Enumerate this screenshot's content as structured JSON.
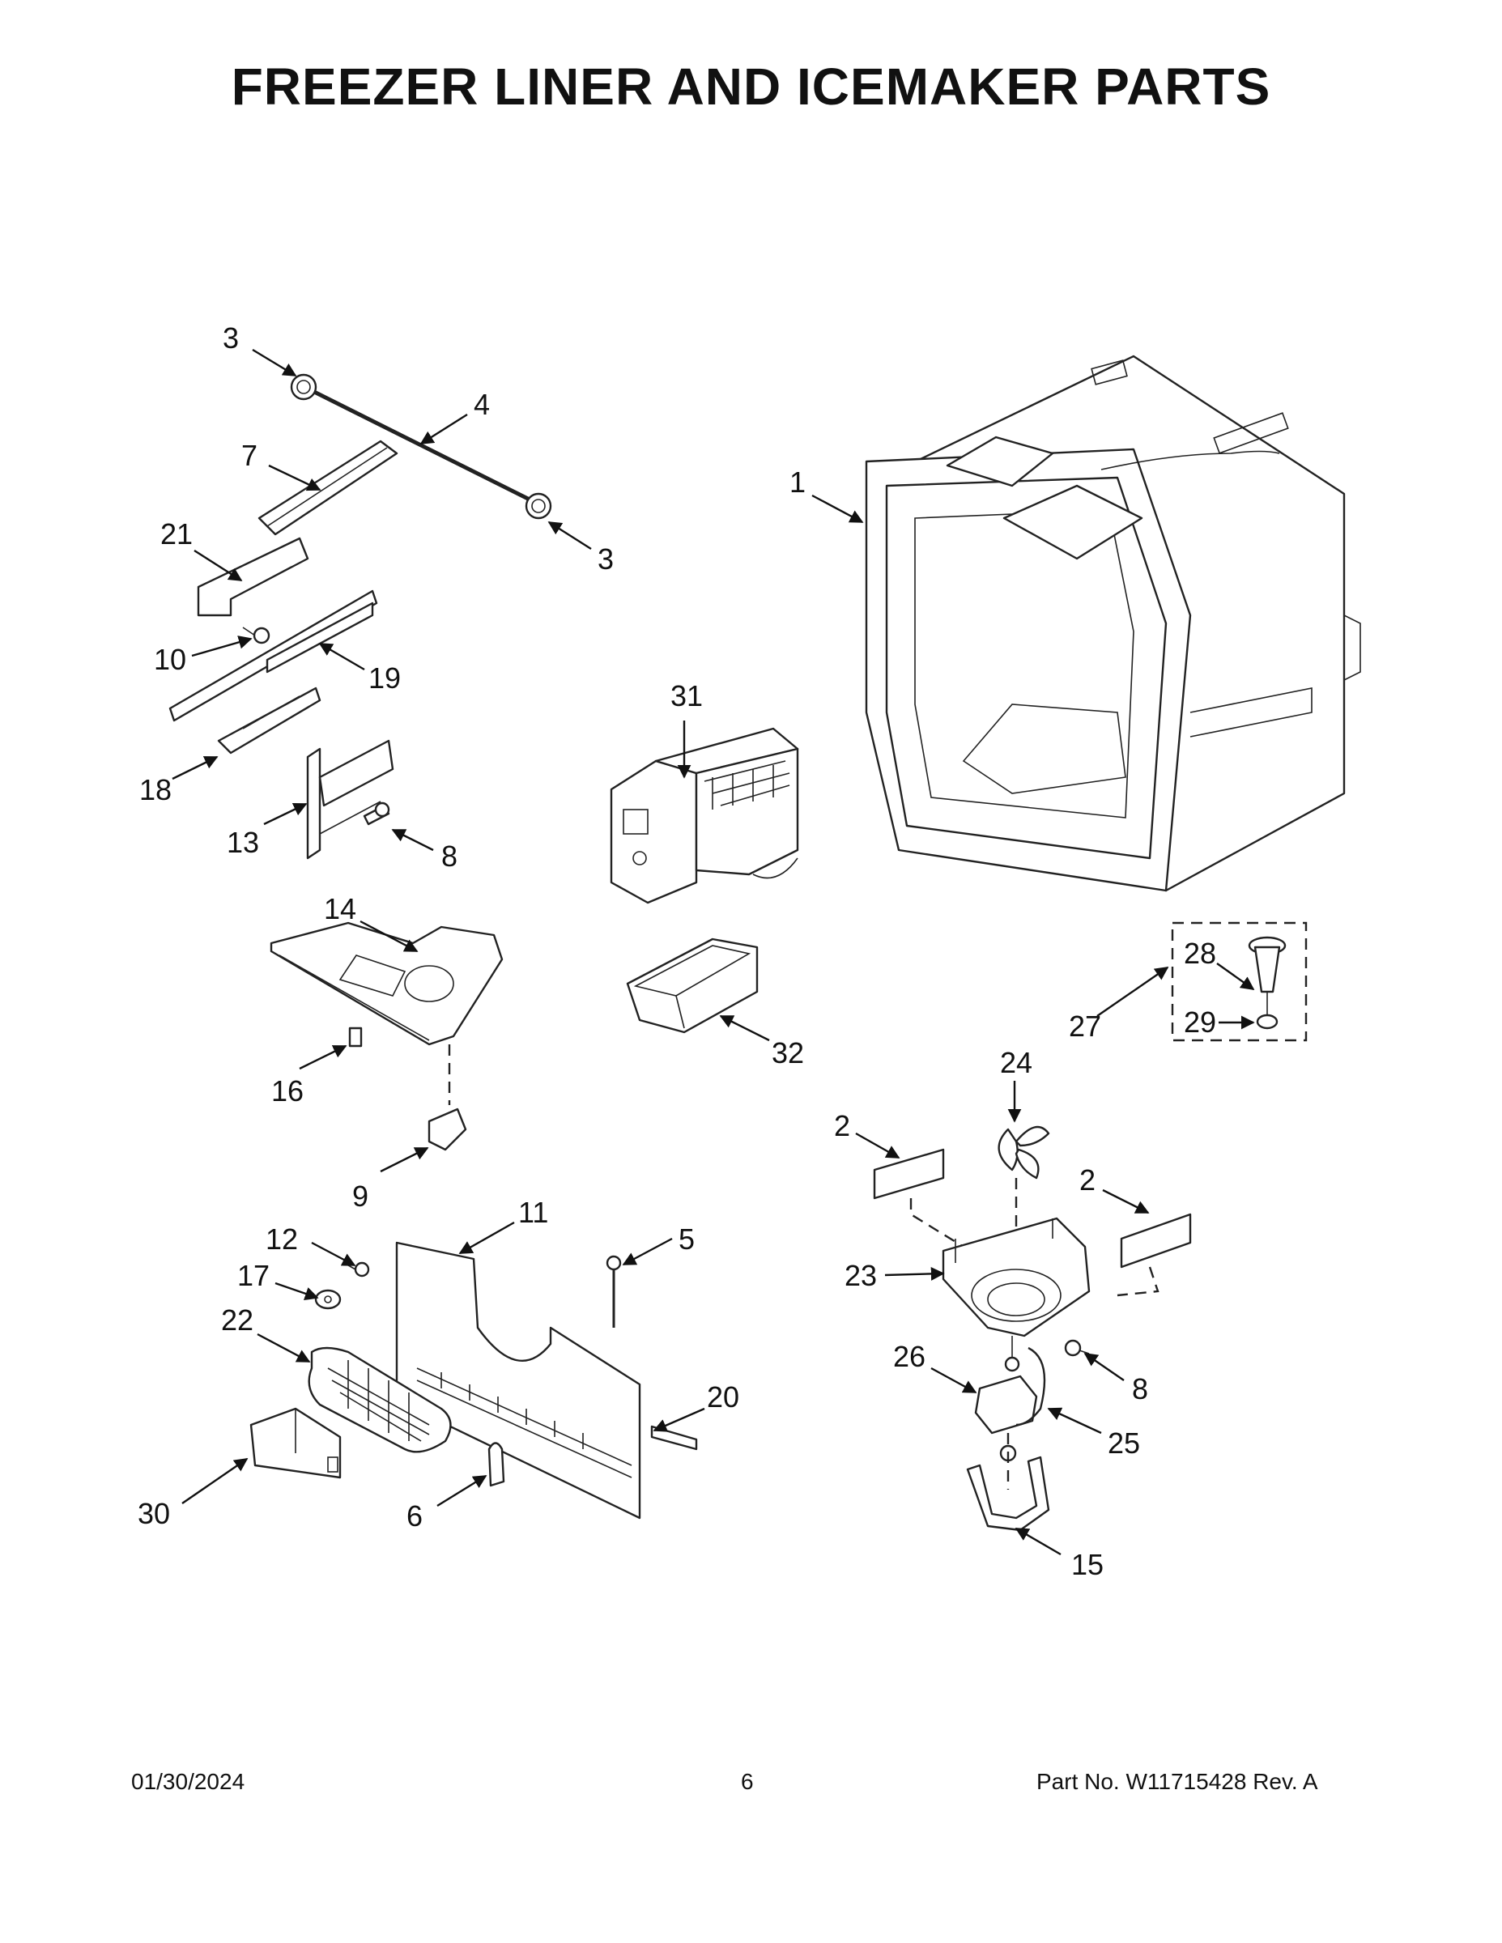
{
  "title": "FREEZER LINER AND ICEMAKER PARTS",
  "footer": {
    "date": "01/30/2024",
    "page": "6",
    "part_no": "Part No.  W11715428  Rev.  A"
  },
  "callouts": {
    "c1": "1",
    "c2a": "2",
    "c2b": "2",
    "c3a": "3",
    "c3b": "3",
    "c4": "4",
    "c5": "5",
    "c6": "6",
    "c7": "7",
    "c8a": "8",
    "c8b": "8",
    "c9": "9",
    "c10": "10",
    "c11": "11",
    "c12": "12",
    "c13": "13",
    "c14": "14",
    "c15": "15",
    "c16": "16",
    "c17": "17",
    "c18": "18",
    "c19": "19",
    "c20": "20",
    "c21": "21",
    "c22": "22",
    "c23": "23",
    "c24": "24",
    "c25": "25",
    "c26": "26",
    "c27": "27",
    "c28": "28",
    "c29": "29",
    "c30": "30",
    "c31": "31",
    "c32": "32"
  }
}
